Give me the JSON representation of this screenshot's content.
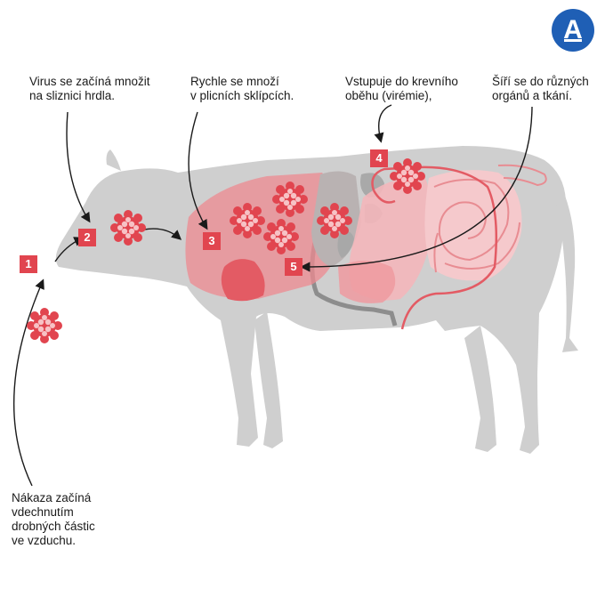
{
  "logo": {
    "letter": "A",
    "color": "#1f5fb5"
  },
  "colors": {
    "accent": "#e1454f",
    "body": "#cfcfcf",
    "organ": "#f2a3a8"
  },
  "steps": [
    {
      "number": "1",
      "text": "Nákaza začíná\nvdechnutím\ndrobných částic\nve vzduchu."
    },
    {
      "number": "2",
      "text": "Virus se začíná množit\nna sliznici hrdla."
    },
    {
      "number": "3",
      "text": "Rychle se množí\nv plicních sklípcích."
    },
    {
      "number": "4",
      "text": "Vstupuje do krevního\noběhu (virémie),"
    },
    {
      "number": "5",
      "text": "Šíří se do různých\norgánů a tkání."
    }
  ]
}
